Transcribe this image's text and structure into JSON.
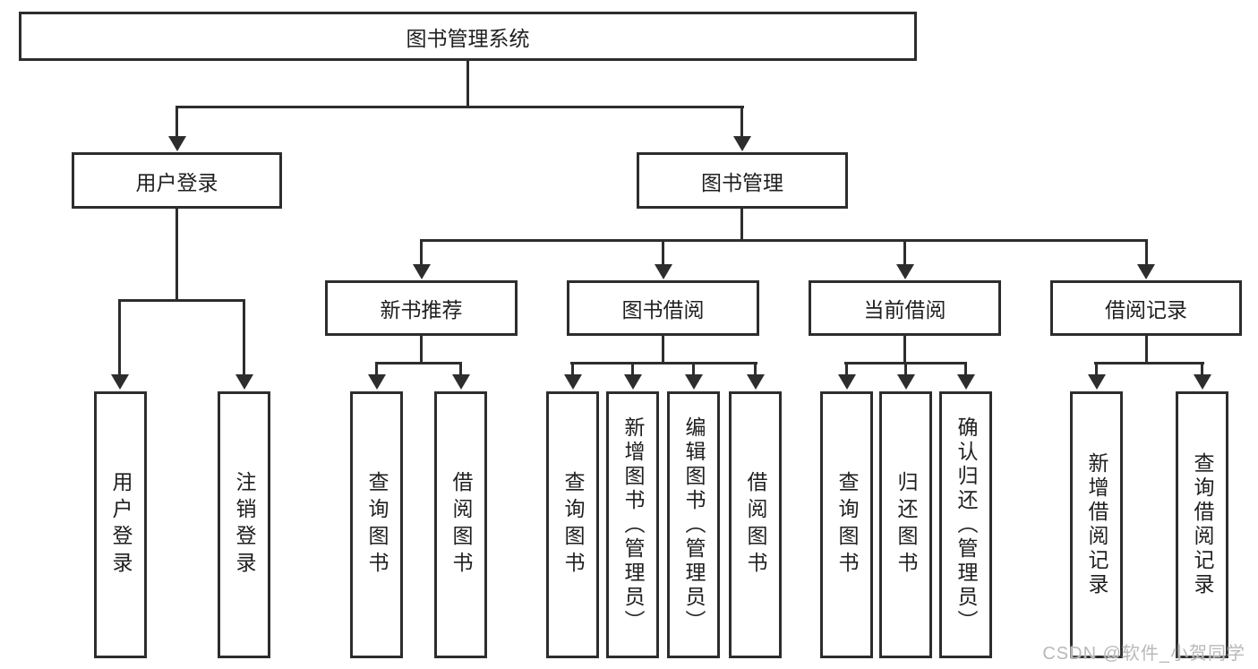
{
  "tree": {
    "label": "图书管理系统",
    "children": [
      {
        "label": "用户登录",
        "children": [
          {
            "label": "用户登录"
          },
          {
            "label": "注销登录"
          }
        ]
      },
      {
        "label": "图书管理",
        "children": [
          {
            "label": "新书推荐",
            "children": [
              {
                "label": "查询图书"
              },
              {
                "label": "借阅图书"
              }
            ]
          },
          {
            "label": "图书借阅",
            "children": [
              {
                "label": "查询图书"
              },
              {
                "label": "新增图书（管理员）"
              },
              {
                "label": "编辑图书（管理员）"
              },
              {
                "label": "借阅图书"
              }
            ]
          },
          {
            "label": "当前借阅",
            "children": [
              {
                "label": "查询图书"
              },
              {
                "label": "归还图书"
              },
              {
                "label": "确认归还（管理员）"
              }
            ]
          },
          {
            "label": "借阅记录",
            "children": [
              {
                "label": "新增借阅记录"
              },
              {
                "label": "查询借阅记录"
              }
            ]
          }
        ]
      }
    ]
  },
  "watermark": {
    "text": "CSDN @软件_小贺同学"
  },
  "colors": {
    "background": "#ffffff",
    "line": "#2d2d2d",
    "box_border": "#2d2d2d",
    "text": "#1f1f1f",
    "watermark": "#b9b9b9"
  }
}
